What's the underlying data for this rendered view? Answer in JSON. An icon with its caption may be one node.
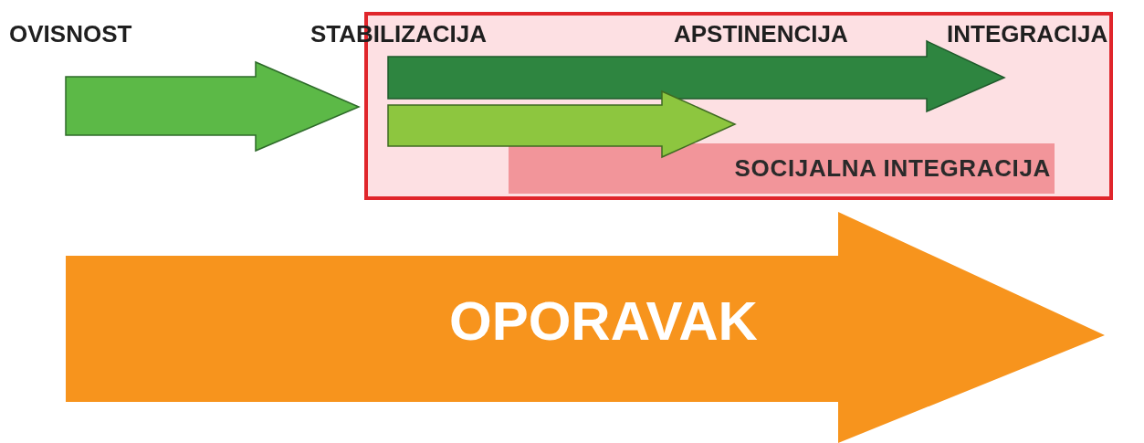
{
  "diagram": {
    "nodes": [
      {
        "text": [],
        "shape": "box"
      },
      {
        "text": [
          "SOCIJALNA INTEGRACIJA"
        ],
        "in": 0
      },
      {
        "text": [
          "OPORAVAK"
        ]
      }
    ],
    "labels": [
      "OVISNOST",
      "STABILIZACIJA",
      "APSTINENCIJA",
      "INTEGRACIJA"
    ]
  }
}
